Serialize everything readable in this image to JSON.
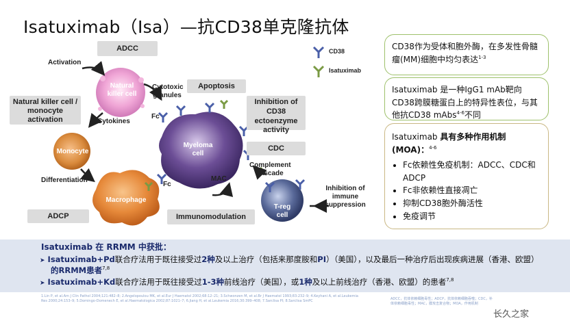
{
  "title": "Isatuximab（Isa）—抗CD38单克隆抗体",
  "legend": {
    "cd38": "CD38",
    "isatuximab": "Isatuximab"
  },
  "diagram": {
    "adcc": "ADCC",
    "activation": "Activation",
    "nk_cell": "Natural killer cell",
    "cytotoxic_granules": "Cytotoxic granules",
    "cytokines": "Cytokines",
    "fc_top": "Fc",
    "nk_label": "Natural killer cell / monocyte activation",
    "monocyte": "Monocyte",
    "differentiation": "Differentiation",
    "macrophage": "Macrophage",
    "fc_bottom": "Fc",
    "adcp": "ADCP",
    "apoptosis": "Apoptosis",
    "myeloma_cell": "Myeloma cell",
    "inhibition_cd38": "Inhibition of CD38 ectoenzyme activity",
    "cdc": "CDC",
    "complement_cascade": "Complement cascade",
    "mac": "MAC",
    "immunomodulation": "Immunomodulation",
    "treg_cell": "T-reg cell",
    "inhibition_immune": "Inhibition of immune suppression"
  },
  "cards": {
    "card1": {
      "text": "CD38作为受体和胞外酶，在多发性骨髓瘤(MM)细胞中均匀表达",
      "sup": "1-3"
    },
    "card2": {
      "text": "Isatuximab 是一种IgG1 mAb靶向CD38跨膜糖蛋白上的特异性表位，与其他抗CD38 mAbs",
      "sup": "4-6",
      "tail": "不同"
    },
    "card3": {
      "heading_name": "Isatuximab",
      "heading_bold": "具有多种作用机制",
      "heading_moa": "(MOA)：",
      "sup": "4-6",
      "items": [
        "Fc依赖性免疫机制：ADCC、CDC和ADCP",
        "Fc非依赖性直接凋亡",
        "抑制CD38胞外酶活性",
        "免疫调节"
      ]
    }
  },
  "approval": {
    "title": "Isatuximab 在 RRMM 中获批：",
    "line1_bold": "Isatuximab+Pd",
    "line1_text": "联合疗法用于既往接受过",
    "line1_bold2": "2种",
    "line1_text2": "及以上治疗（包括来那度胺和",
    "line1_bold3": "PI",
    "line1_text3": "）（美国），以及最后一种治疗后出现疾病进展（香港、欧盟）",
    "line1b_bold": "的RRMM患者",
    "line1b_sup": "7,8",
    "line2_bold": "Isatuximab+Kd",
    "line2_text": "联合疗法用于既往接受过",
    "line2_bold2": "1-3种",
    "line2_text2": "前线治疗（美国），或",
    "line2_bold3": "1种",
    "line2_text3": "及以上前线治疗（香港、欧盟）的患者",
    "line2_sup": "7,8"
  },
  "references": "1.Lin P, et al.Am J Clin Pathol 2004;121:482–8; 2.Angelopoulou MK, et al.Eur J Haematol 2002;68:12–21; 3.Schwonzen M, et al.Br J Haematol 1993;83:232–9; 4.Keyhani A, et al.Leukemia Res 2000;24:153–9; 5.Domingo-Domenech E, et al.Haematologica 2002;87:1021–7; 6.Jiang H, et al.Leukemia 2016;30:399–408; 7.Sarclisa PI; 8.Sarclisa SmPC",
  "abbrev": "ADCC，抗体依赖细胞毒性；ADCP，抗体依赖细胞吞噬；CDC，补体依赖细胞毒性；MAC，膜攻击复合物；MOA，作用机制",
  "watermark": "长久之家",
  "colors": {
    "approval_bg": "#dfe5f0",
    "navy": "#1a2a6c",
    "green_border": "#9dc06a",
    "tan_border": "#c9b783"
  }
}
